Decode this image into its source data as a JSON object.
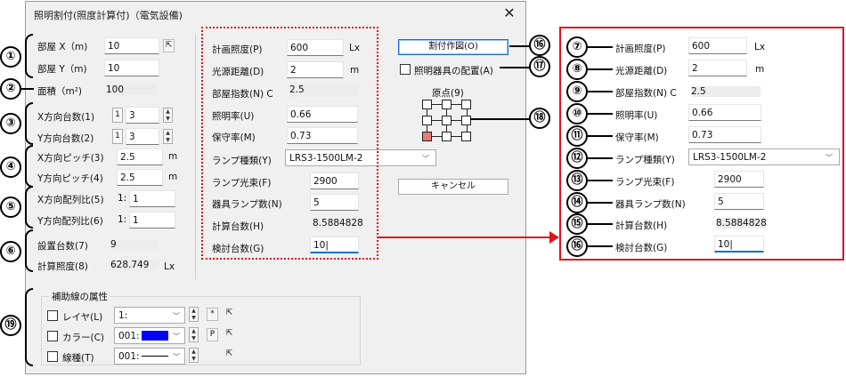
{
  "window": {
    "title": "照明割付(照度計算付)（電気設備)",
    "close": "✕"
  },
  "left": {
    "room_x": {
      "label": "部屋 X（m)",
      "value": "10"
    },
    "room_y": {
      "label": "部屋 Y（m)",
      "value": "10"
    },
    "area": {
      "label": "面積（m²)",
      "value": "100"
    },
    "x_count": {
      "label": "X方向台数(1)",
      "small": "1",
      "value": "3"
    },
    "y_count": {
      "label": "Y方向台数(2)",
      "small": "1",
      "value": "3"
    },
    "x_pitch": {
      "label": "X方向ピッチ(3)",
      "value": "2.5",
      "unit": "m"
    },
    "y_pitch": {
      "label": "Y方向ピッチ(4)",
      "value": "2.5",
      "unit": "m"
    },
    "x_ratio": {
      "label": "X方向配列比(5)",
      "prefix": "1:",
      "value": "1"
    },
    "y_ratio": {
      "label": "Y方向配列比(6)",
      "prefix": "1:",
      "value": "1"
    },
    "installed": {
      "label": "設置台数(7)",
      "value": "9"
    },
    "calc_lux": {
      "label": "計算照度(8)",
      "value": "628.749",
      "unit": "Lx"
    }
  },
  "center": {
    "plan_lux": {
      "label": "計画照度(P)",
      "value": "600",
      "unit": "Lx"
    },
    "light_dist": {
      "label": "光源距離(D)",
      "value": "2",
      "unit": "m"
    },
    "room_index": {
      "label": "部屋指数(N) C",
      "value": "2.5"
    },
    "illum_rate": {
      "label": "照明率(U)",
      "value": "0.66"
    },
    "maint_rate": {
      "label": "保守率(M)",
      "value": "0.73"
    },
    "lamp_type": {
      "label": "ランプ種類(Y)",
      "value": "LRS3-1500LM-2"
    },
    "lamp_flux": {
      "label": "ランプ光束(F)",
      "value": "2900"
    },
    "lamps_per": {
      "label": "器具ランプ数(N)",
      "value": "5"
    },
    "calc_count": {
      "label": "計算台数(H)",
      "value": "8.5884828"
    },
    "review_count": {
      "label": "検討台数(G)",
      "value": "10|"
    }
  },
  "right": {
    "allocate_btn": "割付作図(O)",
    "place_check": "照明器具の配置(A)",
    "origin": "原点(9)",
    "cancel_btn": "キャンセル"
  },
  "aux": {
    "group_title": "補助線の属性",
    "layer": {
      "label": "レイヤ(L)",
      "value": "1:",
      "btn": "*"
    },
    "color": {
      "label": "カラー(C)",
      "value": "001:",
      "btn": "P",
      "swatch": "#0000ff"
    },
    "linetype": {
      "label": "線種(T)",
      "value": "001:"
    }
  },
  "callouts": {
    "c1": "①",
    "c2": "②",
    "c3": "③",
    "c4": "④",
    "c5": "⑤",
    "c6": "⑥",
    "c16": "⑯",
    "c17": "⑰",
    "c18": "⑱",
    "c19": "⑲"
  },
  "panel": {
    "rows": [
      {
        "num": "⑦",
        "label": "計画照度(P)",
        "value": "600",
        "unit": "Lx"
      },
      {
        "num": "⑧",
        "label": "光源距離(D)",
        "value": "2",
        "unit": "m"
      },
      {
        "num": "⑨",
        "label": "部屋指数(N) C",
        "value": "2.5"
      },
      {
        "num": "⑩",
        "label": "照明率(U)",
        "value": "0.66"
      },
      {
        "num": "⑪",
        "label": "保守率(M)",
        "value": "0.73"
      },
      {
        "num": "⑫",
        "label": "ランプ種類(Y)",
        "value": "LRS3-1500LM-2"
      },
      {
        "num": "⑬",
        "label": "ランプ光束(F)",
        "value": "2900"
      },
      {
        "num": "⑭",
        "label": "器具ランプ数(N)",
        "value": "5"
      },
      {
        "num": "⑮",
        "label": "計算台数(H)",
        "value": "8.5884828"
      },
      {
        "num": "⑯",
        "label": "検討台数(G)",
        "value": "10|"
      }
    ]
  },
  "colors": {
    "highlight": "#e0121a",
    "accent": "#1a6fd0"
  }
}
